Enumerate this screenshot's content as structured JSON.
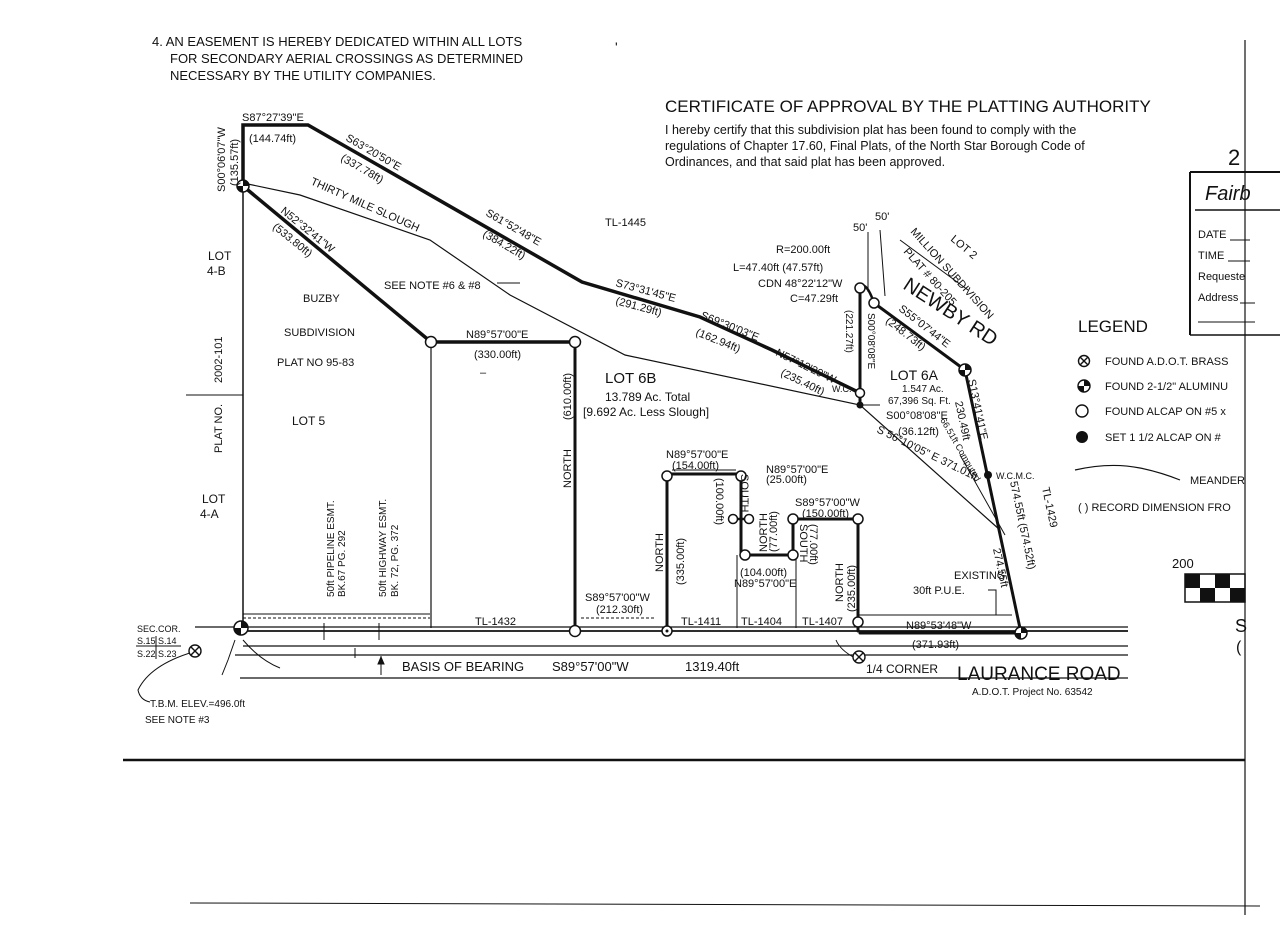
{
  "notes": {
    "line1": "4. AN EASEMENT IS HEREBY DEDICATED WITHIN ALL LOTS",
    "line2": "FOR SECONDARY AERIAL CROSSINGS AS DETERMINED",
    "line3": "NECESSARY BY THE UTILITY COMPANIES."
  },
  "certificate": {
    "title": "CERTIFICATE OF APPROVAL BY THE PLATTING AUTHORITY",
    "line1": "I hereby certify that this subdivision plat has been found to comply with the",
    "line2": "regulations of Chapter 17.60, Final Plats, of the North Star Borough Code of",
    "line3": "Ordinances, and that said plat has been approved."
  },
  "approval_box": {
    "heading": "2",
    "signature": "Fairb",
    "date": "DATE",
    "time": "TIME",
    "requested": "Requeste",
    "address": "Address"
  },
  "legend": {
    "title": "LEGEND",
    "items": [
      {
        "symbol": "brass-cap",
        "label": "FOUND A.D.O.T. BRASS"
      },
      {
        "symbol": "aluminum-cap",
        "label": "FOUND 2-1/2\" ALUMINU"
      },
      {
        "symbol": "open-circle",
        "label": "FOUND ALCAP ON #5 x"
      },
      {
        "symbol": "filled-circle",
        "label": "SET 1 1/2 ALCAP ON #"
      },
      {
        "symbol": "meander-line",
        "label": "MEANDER"
      },
      {
        "symbol": "parens",
        "label": "( )   RECORD DIMENSION FRO"
      }
    ]
  },
  "scale": {
    "value": "200",
    "corner": "S"
  },
  "labels": {
    "b1": "S87°27'39\"E",
    "b1d": "(144.74ft)",
    "b2": "S63°20'50\"E",
    "b2d": "(337.78ft)",
    "b3": "S61°52'48\"E",
    "b3d": "(384.22ft)",
    "b4": "S73°31'45\"E",
    "b4d": "(291.29ft)",
    "b5": "S69°30'03\"E",
    "b5d": "(162.94ft)",
    "b6": "N57°12'29\"W",
    "b6d": "(235.40ft)",
    "wc1": "W.C.",
    "west_bearing": "S00°06'07\"W",
    "west_dist": "(135.57ft)",
    "diag_bearing": "N52°32'41\"W",
    "diag_dist": "(533.80ft)",
    "slough": "THIRTY MILE SLOUGH",
    "tl1445": "TL-1445",
    "see_note": "SEE NOTE #6 & #8",
    "lot4b": "LOT",
    "lot4b2": "4-B",
    "buzby1": "BUZBY",
    "buzby2": "SUBDIVISION",
    "buzby3": "PLAT NO 95-83",
    "plat_no": "PLAT NO.",
    "plat_num": "2002-101",
    "lot5": "LOT 5",
    "lot4a": "LOT",
    "lot4a2": "4-A",
    "n89a": "N89°57'00\"E",
    "n89a_d": "(330.00ft)",
    "lot6b": "LOT 6B",
    "lot6b_area": "13.789 Ac. Total",
    "lot6b_less": "[9.692 Ac. Less Slough]",
    "north610": "NORTH",
    "north610d": "(610.00ft)",
    "curve_r": "R=200.00ft",
    "curve_l": "L=47.40ft (47.57ft)",
    "curve_cdn": "CDN  48°22'12\"W",
    "curve_c": "C=47.29ft",
    "fifty1": "50'",
    "fifty2": "50'",
    "lot2": "LOT 2",
    "million": "MILLION SUBDIVISION",
    "million_plat": "PLAT # 80-205",
    "newby": "NEWBY RD",
    "s55": "S55°07'44\"E",
    "s55d": "(248.73ft)",
    "s00_bearing": "S00°08'08\"E",
    "s00_dist": "(221.27ft)",
    "lot6a": "LOT 6A",
    "lot6a_ac": "1.547 Ac.",
    "lot6a_sf": "67,396 Sq. Ft.",
    "s00b": "S00°08'08\"E",
    "s00b_d": "(36.12ft)",
    "s56": "S 56°10'05\" E  371.01ft",
    "computed": "66.51ft Computed",
    "s13": "S13°41'41\"E",
    "s13d": "230.49ft",
    "wcmc": "W.C.M.C.",
    "tl1429": "TL-1429",
    "d574": "574.55ft  (574.52ft)",
    "d274": "274.55ft",
    "existing": "EXISTING",
    "pue": "30ft P.U.E.",
    "n89b": "N89°57'00\"E",
    "n89b_d": "(154.00ft)",
    "south100": "SOUTH",
    "south100d": "(100.00ft)",
    "n89c": "N89°57'00\"E",
    "n89c_d": "(25.00ft)",
    "north77": "NORTH",
    "north77d": "(77.00ft)",
    "n104": "(104.00ft)",
    "n104b": "N89°57'00\"E",
    "s89a": "S89°57'00\"W",
    "s89a_d": "(150.00ft)",
    "south77": "SOUTH",
    "south77d": "(77.00ft)",
    "north335": "NORTH",
    "north335d": "(335.00ft)",
    "north235": "NORTH",
    "north235d": "(235.00ft)",
    "pipeline1": "50ft PIPELINE ESMT.",
    "pipeline2": "BK.67 PG. 292",
    "highway1": "50ft HIGHWAY ESMT.",
    "highway2": "BK. 72, PG. 372",
    "s89b": "S89°57'00\"W",
    "s89b_d": "(212.30ft)",
    "tl1432": "TL-1432",
    "tl1411": "TL-1411",
    "tl1404": "TL-1404",
    "tl1407": "TL-1407",
    "n89d": "N89°53'48\"W",
    "n89d_d": "(371.93ft)",
    "sec_cor": "SEC.COR.",
    "s15": "S.15",
    "s14": "S.14",
    "s22": "S.22",
    "s23": "S.23",
    "basis": "BASIS OF BEARING",
    "basis_bearing": "S89°57'00\"W",
    "basis_dist": "1319.40ft",
    "quarter": "1/4 CORNER",
    "laurance": "LAURANCE ROAD",
    "adot": "A.D.O.T. Project No. 63542",
    "tbm": "T.B.M. ELEV.=496.0ft",
    "see_note3": "SEE NOTE #3"
  }
}
